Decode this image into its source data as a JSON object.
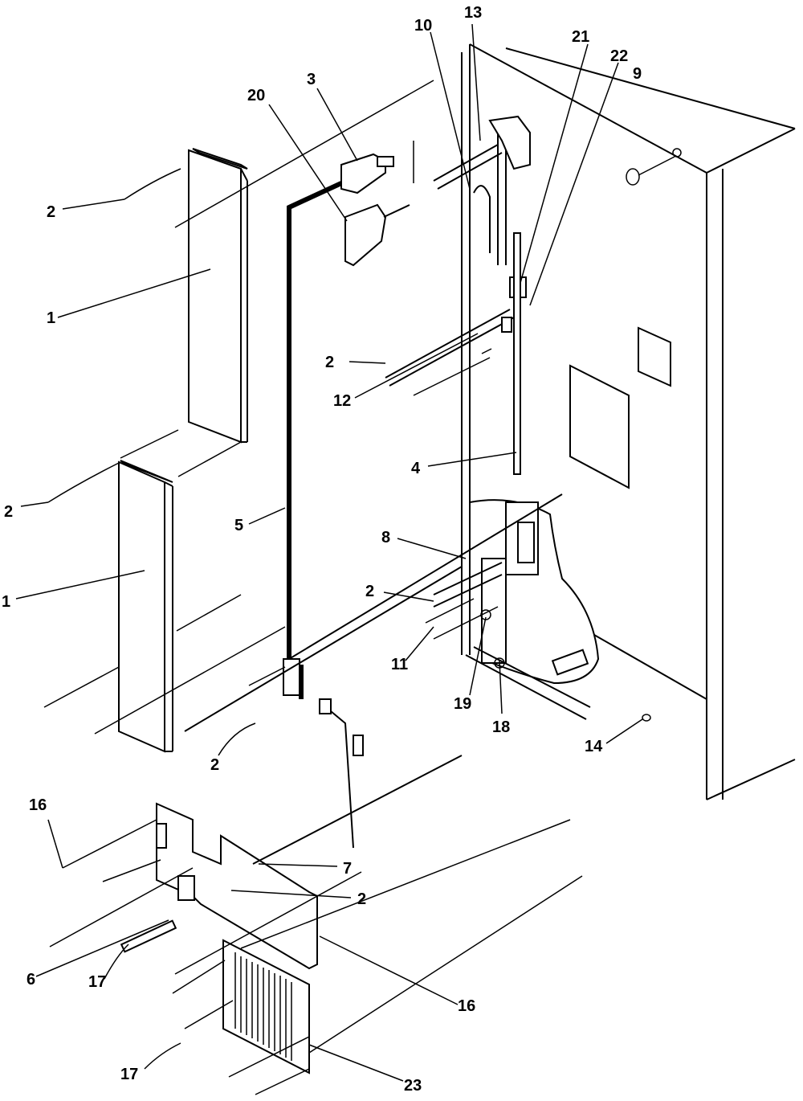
{
  "diagram": {
    "callouts": [
      {
        "id": "c13",
        "text": "13"
      },
      {
        "id": "c10",
        "text": "10"
      },
      {
        "id": "c21",
        "text": "21"
      },
      {
        "id": "c22",
        "text": "22"
      },
      {
        "id": "c9",
        "text": "9"
      },
      {
        "id": "c3",
        "text": "3"
      },
      {
        "id": "c20",
        "text": "20"
      },
      {
        "id": "c2a",
        "text": "2"
      },
      {
        "id": "c1a",
        "text": "1"
      },
      {
        "id": "c2b",
        "text": "2"
      },
      {
        "id": "c12",
        "text": "12"
      },
      {
        "id": "c4",
        "text": "4"
      },
      {
        "id": "c2c",
        "text": "2"
      },
      {
        "id": "c5",
        "text": "5"
      },
      {
        "id": "c8",
        "text": "8"
      },
      {
        "id": "c1b",
        "text": "1"
      },
      {
        "id": "c2d",
        "text": "2"
      },
      {
        "id": "c11",
        "text": "11"
      },
      {
        "id": "c19",
        "text": "19"
      },
      {
        "id": "c18",
        "text": "18"
      },
      {
        "id": "c14",
        "text": "14"
      },
      {
        "id": "c2e",
        "text": "2"
      },
      {
        "id": "c16a",
        "text": "16"
      },
      {
        "id": "c7",
        "text": "7"
      },
      {
        "id": "c2f",
        "text": "2"
      },
      {
        "id": "c6",
        "text": "6"
      },
      {
        "id": "c17a",
        "text": "17"
      },
      {
        "id": "c16b",
        "text": "16"
      },
      {
        "id": "c17b",
        "text": "17"
      },
      {
        "id": "c23",
        "text": "23"
      }
    ]
  }
}
